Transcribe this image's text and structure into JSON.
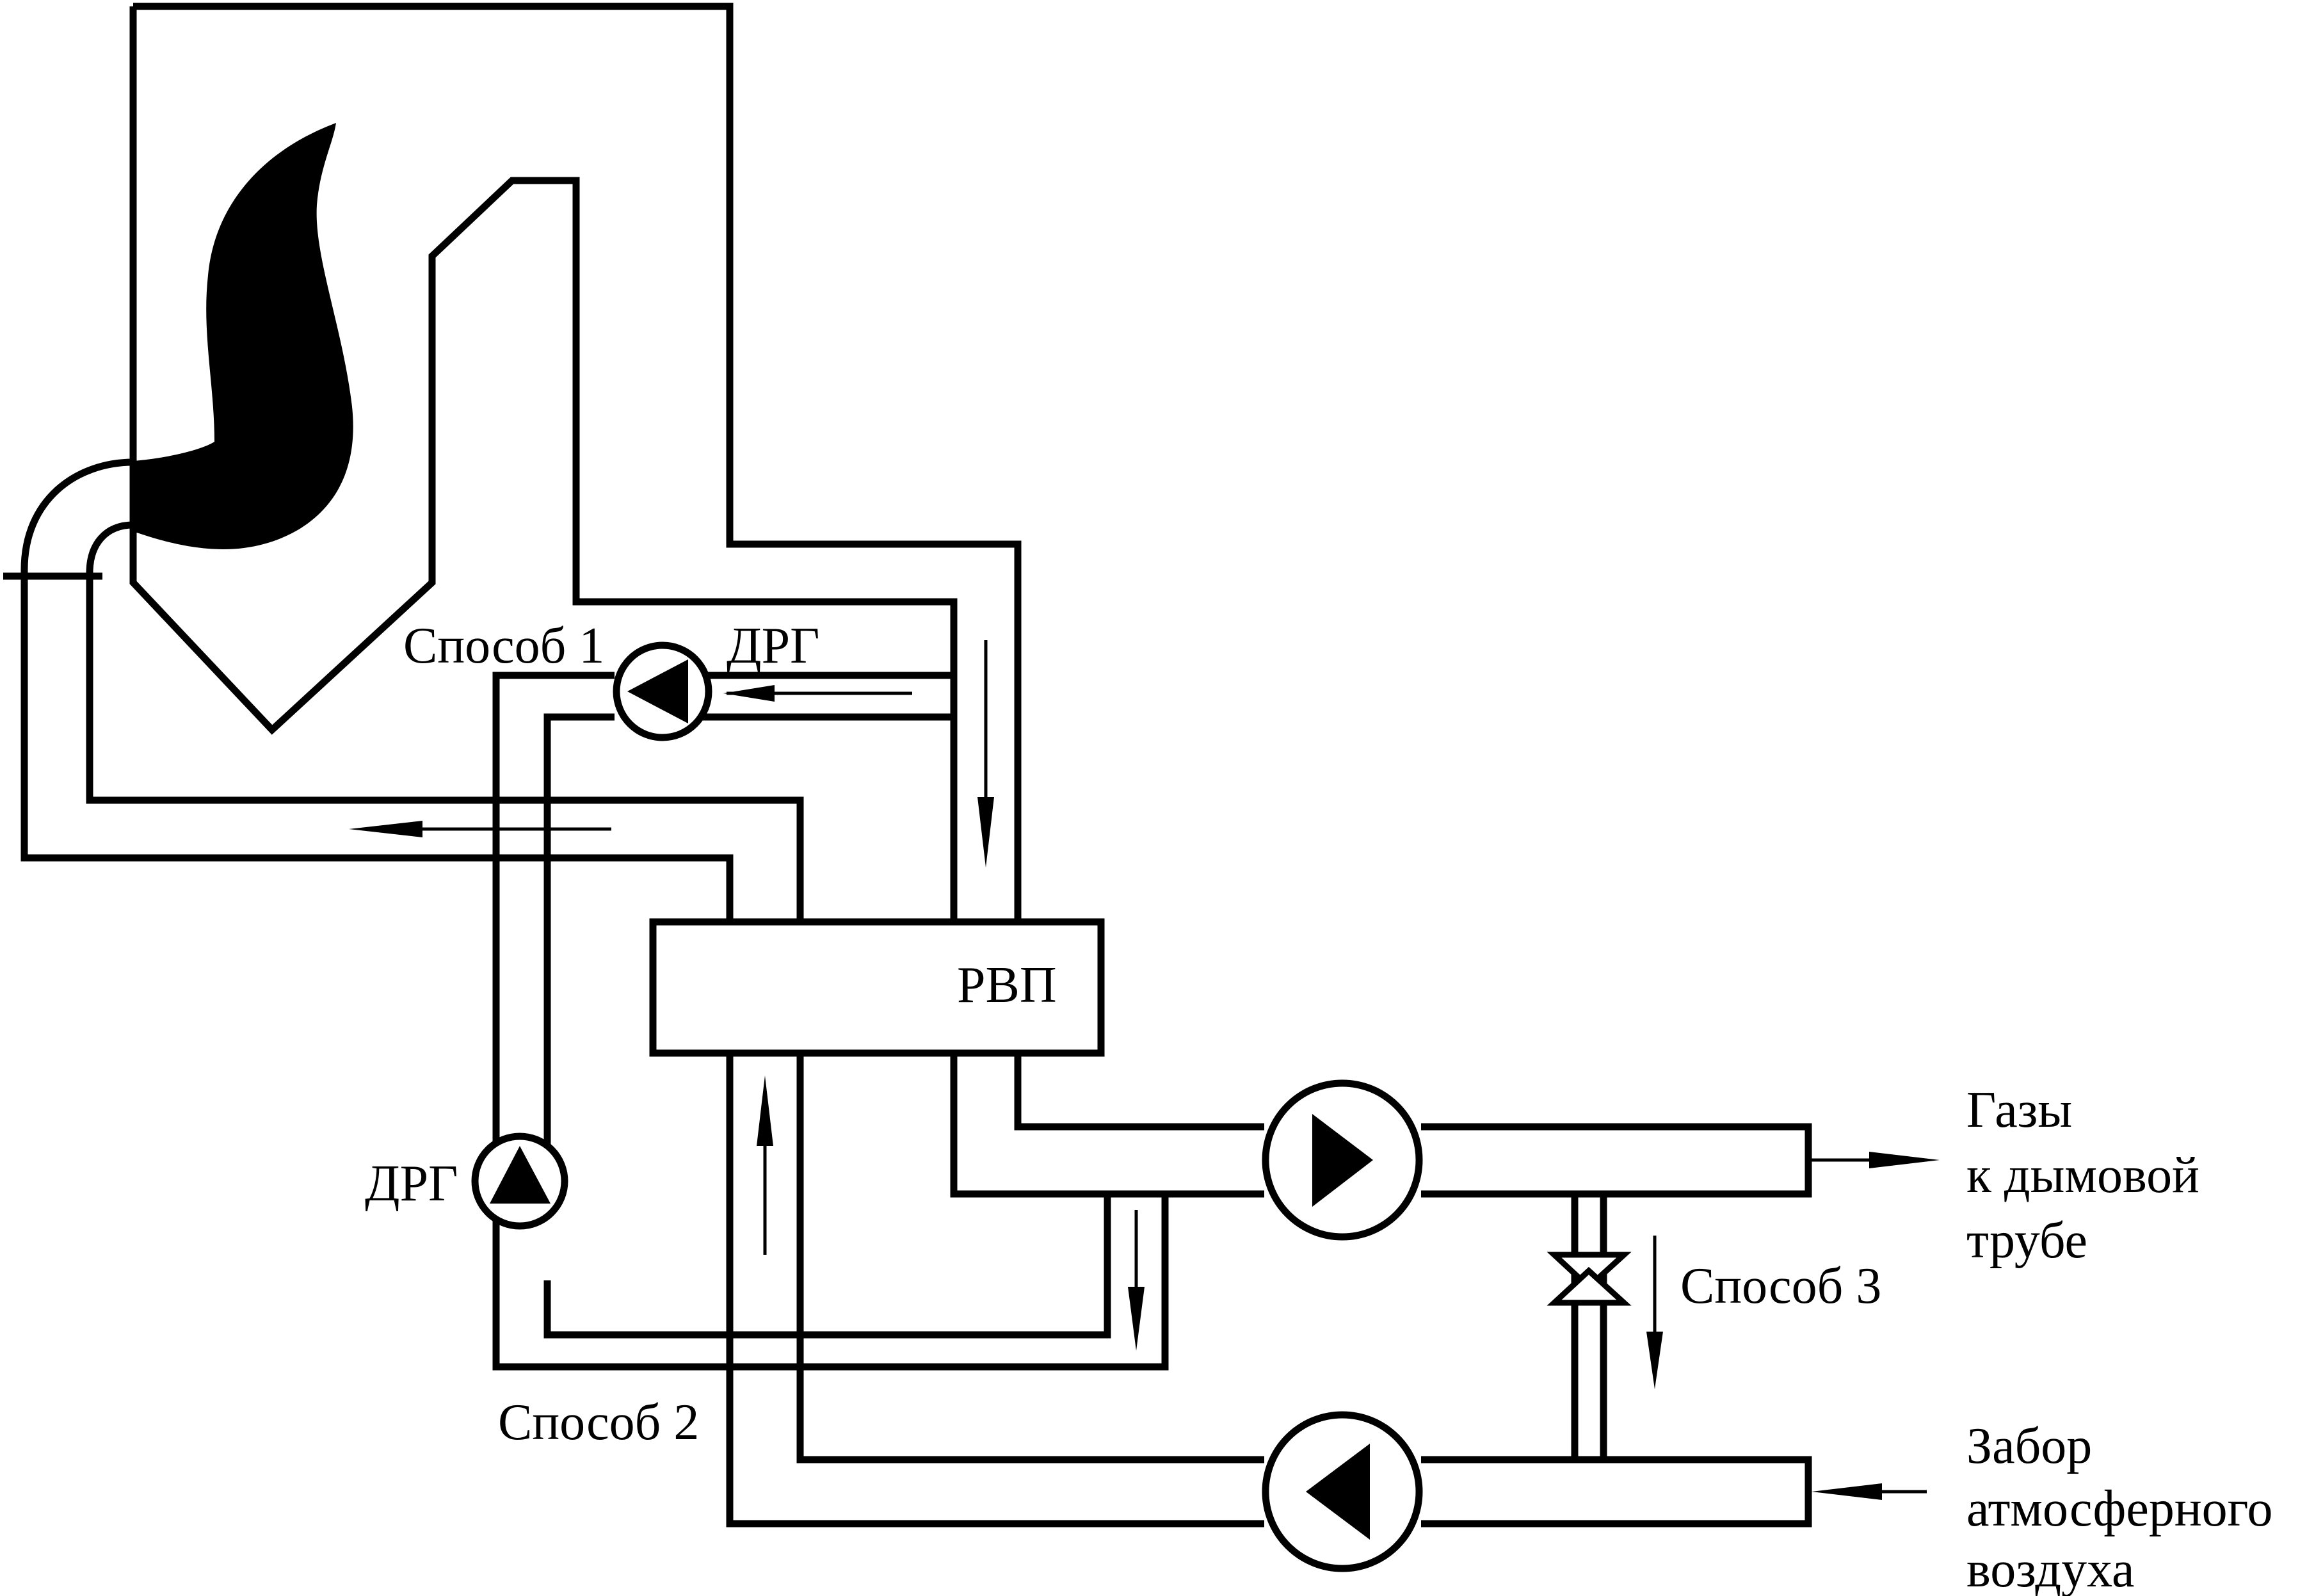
{
  "colors": {
    "line": "#000000",
    "background": "#ffffff"
  },
  "labels": {
    "method1": "Способ 1",
    "method2": "Способ 2",
    "method3": "Способ 3",
    "drg_top": "ДРГ",
    "drg_left": "ДРГ",
    "rvp": "РВП",
    "gas_out": [
      "Газы",
      "к дымовой",
      "трубе"
    ],
    "air_in": [
      "Забор",
      "атмосферного",
      "воздуха"
    ]
  },
  "icons": [
    "flame-icon",
    "fan-icon",
    "valve-icon",
    "arrow-icon"
  ]
}
